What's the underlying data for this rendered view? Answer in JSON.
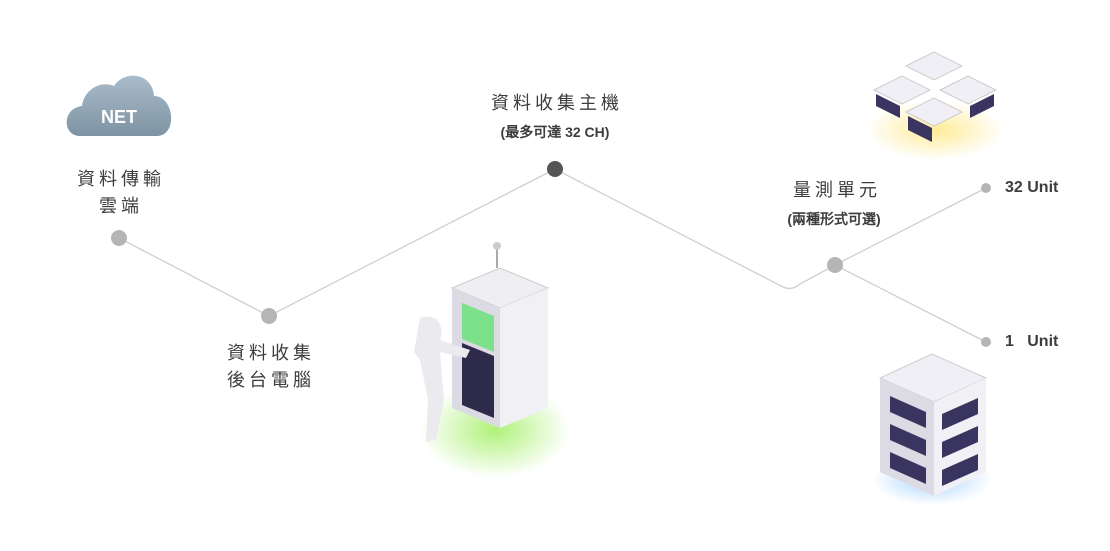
{
  "cloud": {
    "badge": "NET",
    "title_line1": "資料傳輸",
    "title_line2": "雲端"
  },
  "backend": {
    "title_line1": "資料收集",
    "title_line2": "後台電腦"
  },
  "host": {
    "title": "資料收集主機",
    "subtitle": "(最多可達 32 CH)"
  },
  "measure": {
    "title": "量測單元",
    "subtitle": "(兩種形式可選)"
  },
  "options": [
    {
      "label": "32 Unit"
    },
    {
      "label": "1   Unit"
    }
  ],
  "colors": {
    "line": "#c8c8c8",
    "node": "#b5b5b5",
    "node_dark": "#555555",
    "cloud": "#8fa4b4",
    "glow_green": "#a6f06a",
    "glow_blue": "#9fd0ff",
    "glow_yellow": "#ffe98a"
  }
}
